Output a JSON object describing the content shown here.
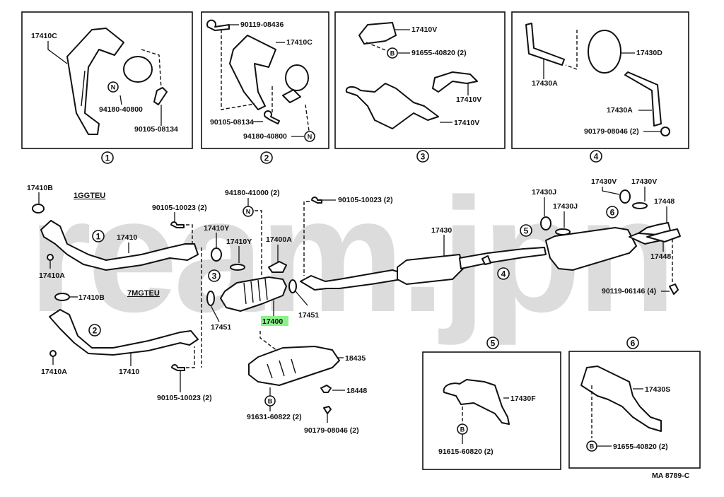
{
  "watermark": "ream.jpn",
  "highlight_color": "#8cf08c",
  "drawing_code": "MA 8789-C",
  "engine_labels": {
    "upper": "1GGTEU",
    "lower": "7MGTEU"
  },
  "insets": [
    {
      "ref": "1",
      "parts": [
        "17410C",
        "94180-40800",
        "90105-08134"
      ],
      "marks": [
        "N"
      ]
    },
    {
      "ref": "2",
      "parts": [
        "90119-08436",
        "17410C",
        "90105-08134",
        "94180-40800"
      ],
      "marks": [
        "N"
      ]
    },
    {
      "ref": "3",
      "parts": [
        "17410V",
        "91655-40820 (2)",
        "17410V",
        "17410V"
      ],
      "marks": [
        "B"
      ]
    },
    {
      "ref": "4",
      "parts": [
        "17430D",
        "17430A",
        "17430A",
        "90179-08046 (2)"
      ],
      "marks": []
    },
    {
      "ref": "5",
      "parts": [
        "17430F",
        "91615-60820 (2)"
      ],
      "marks": [
        "B"
      ]
    },
    {
      "ref": "6",
      "parts": [
        "17430S",
        "91655-40820 (2)"
      ],
      "marks": [
        "B"
      ]
    }
  ],
  "callouts": {
    "c1": "1",
    "c2": "2",
    "c3": "3",
    "c4": "4",
    "c5": "5",
    "c6": "6"
  },
  "main_parts": {
    "p17410B_a": "17410B",
    "p17410A_a": "17410A",
    "p17410B_b": "17410B",
    "p17410A_b": "17410A",
    "p17410_a": "17410",
    "p17410_b": "17410",
    "p90105_a": "90105-10023 (2)",
    "p90105_b": "90105-10023 (2)",
    "p90105_c": "90105-10023 (2)",
    "p94180": "94180-41000 (2)",
    "p17410Y_a": "17410Y",
    "p17410Y_b": "17410Y",
    "p17400A": "17400A",
    "p17400": "17400",
    "p17451_a": "17451",
    "p17451_b": "17451",
    "p18435": "18435",
    "p18448": "18448",
    "p91631": "91631-60822 (2)",
    "p90179": "90179-08046 (2)",
    "p17430": "17430",
    "p17430J_a": "17430J",
    "p17430J_b": "17430J",
    "p17430V_a": "17430V",
    "p17430V_b": "17430V",
    "p17448_a": "17448",
    "p17448_b": "17448",
    "p90119": "90119-06146 (4)"
  },
  "marks": {
    "N": "N",
    "B": "B"
  }
}
